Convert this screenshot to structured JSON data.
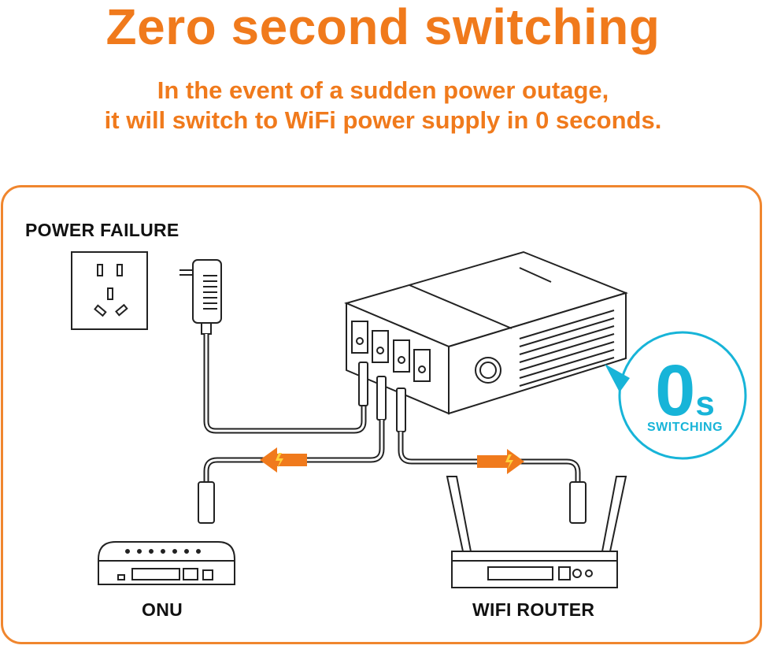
{
  "header": {
    "title": "Zero second switching",
    "subtitle_line1": "In the event of a sudden power outage,",
    "subtitle_line2": "it will switch to WiFi power supply in 0 seconds."
  },
  "diagram": {
    "power_failure_label": "POWER FAILURE",
    "onu_label": "ONU",
    "router_label": "WIFI ROUTER",
    "badge_number": "0",
    "badge_unit": "s",
    "badge_caption": "SWITCHING"
  },
  "colors": {
    "accent": "#f07a1c",
    "badge": "#17b4d8",
    "line_art": "#222222"
  }
}
